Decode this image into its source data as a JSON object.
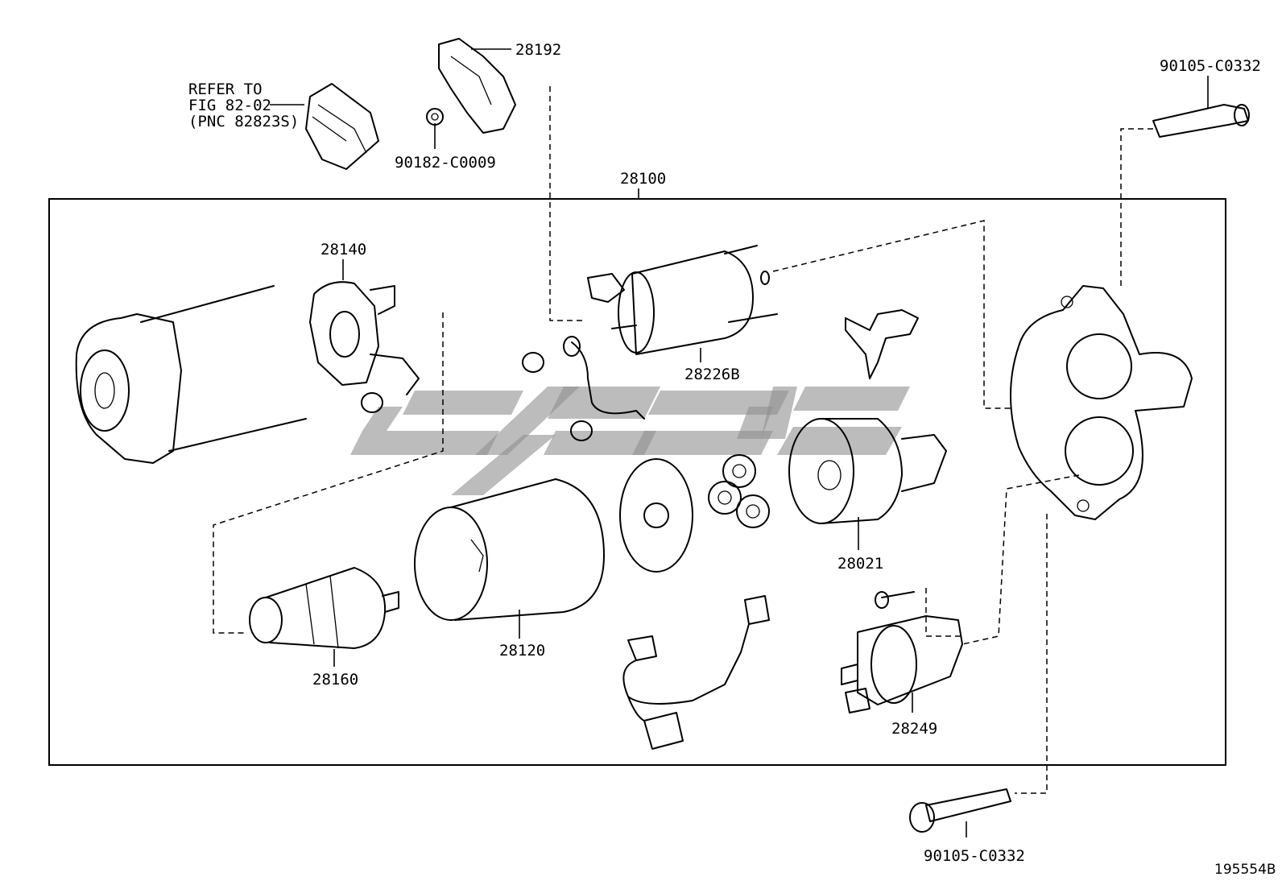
{
  "diagram": {
    "figure_code": "195554B",
    "callouts": {
      "refer": "REFER TO\nFIG 82-02\n(PNC 82823S)",
      "p28192": "28192",
      "p90182": "90182-C0009",
      "p90105_top": "90105-C0332",
      "p28100": "28100",
      "p28140": "28140",
      "p28226B": "28226B",
      "p28021": "28021",
      "p28120": "28120",
      "p28160": "28160",
      "p28249": "28249",
      "p90105_bottom": "90105-C0332"
    }
  }
}
